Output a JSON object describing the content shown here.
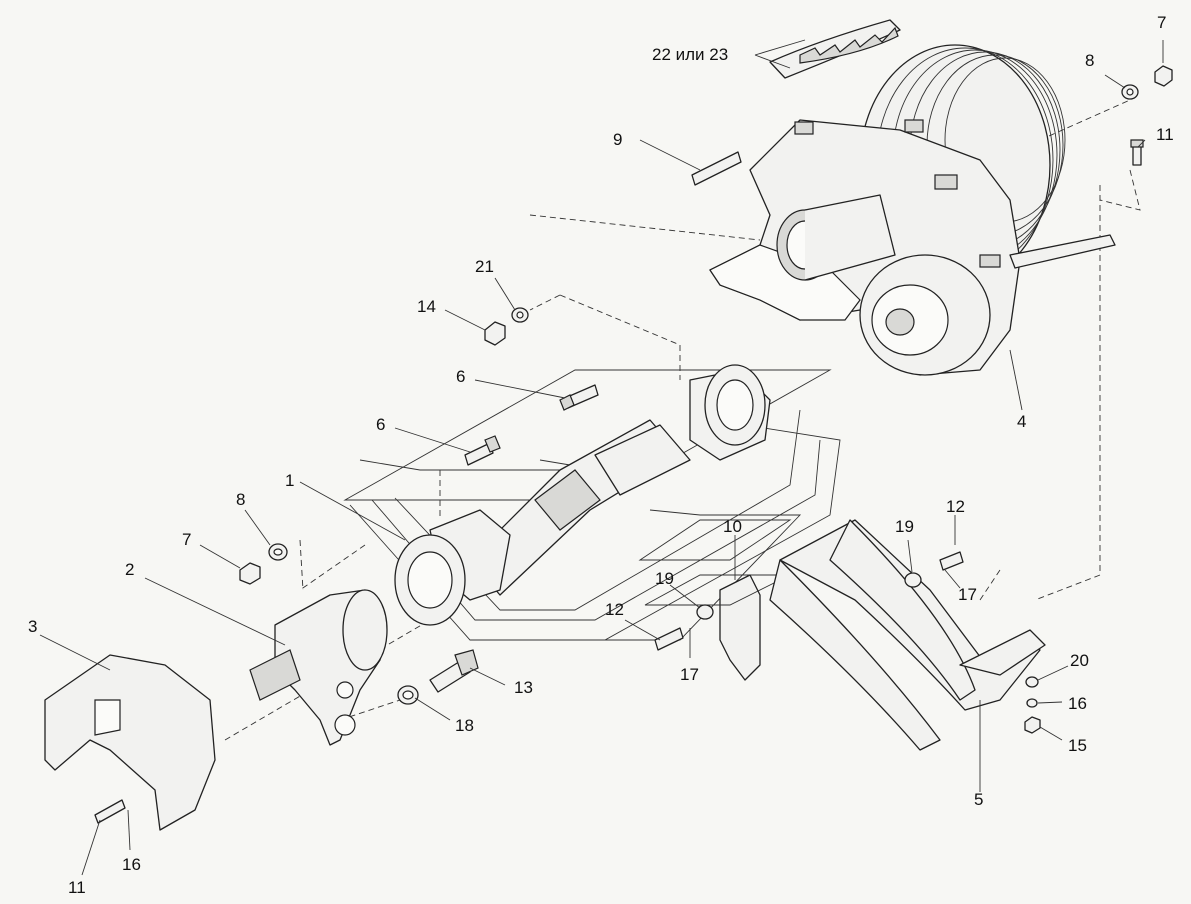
{
  "callouts": [
    {
      "id": "c22",
      "text": "22 или 23"
    },
    {
      "id": "c7a",
      "text": "7"
    },
    {
      "id": "c8a",
      "text": "8"
    },
    {
      "id": "c11a",
      "text": "11"
    },
    {
      "id": "c9",
      "text": "9"
    },
    {
      "id": "c21",
      "text": "21"
    },
    {
      "id": "c14",
      "text": "14"
    },
    {
      "id": "c6a",
      "text": "6"
    },
    {
      "id": "c6b",
      "text": "6"
    },
    {
      "id": "c4",
      "text": "4"
    },
    {
      "id": "c1",
      "text": "1"
    },
    {
      "id": "c8b",
      "text": "8"
    },
    {
      "id": "c7b",
      "text": "7"
    },
    {
      "id": "c2",
      "text": "2"
    },
    {
      "id": "c3",
      "text": "3"
    },
    {
      "id": "c10",
      "text": "10"
    },
    {
      "id": "c19a",
      "text": "19"
    },
    {
      "id": "c12a",
      "text": "12"
    },
    {
      "id": "c19b",
      "text": "19"
    },
    {
      "id": "c12b",
      "text": "12"
    },
    {
      "id": "c17a",
      "text": "17"
    },
    {
      "id": "c17b",
      "text": "17"
    },
    {
      "id": "c13",
      "text": "13"
    },
    {
      "id": "c18",
      "text": "18"
    },
    {
      "id": "c20",
      "text": "20"
    },
    {
      "id": "c16a",
      "text": "16"
    },
    {
      "id": "c15",
      "text": "15"
    },
    {
      "id": "c5",
      "text": "5"
    },
    {
      "id": "c11b",
      "text": "11"
    },
    {
      "id": "c16b",
      "text": "16"
    }
  ]
}
